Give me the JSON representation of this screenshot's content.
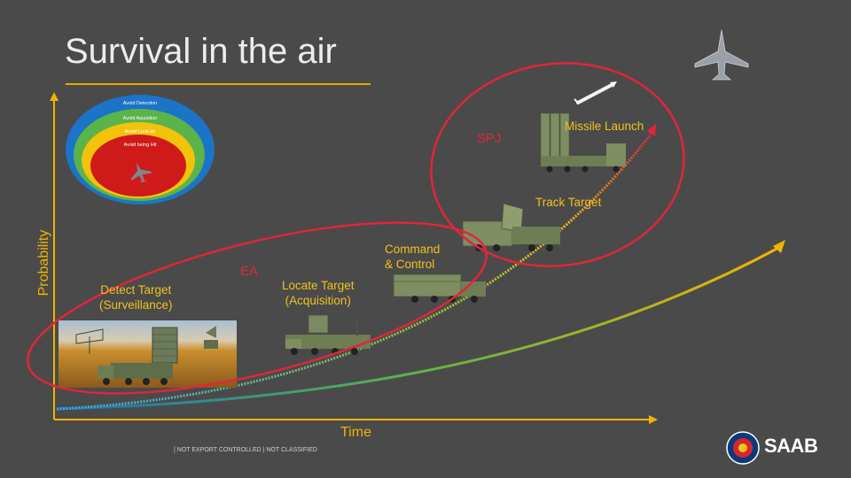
{
  "slide": {
    "title": "Survival in the air",
    "footer": "| NOT EXPORT CONTROLLED | NOT CLASSIFIED",
    "brand": "SAAB"
  },
  "axes": {
    "y_label": "Probability",
    "x_label": "Time"
  },
  "survivability_onion": {
    "layers": [
      "Avoid Detection",
      "Avoid Aquisition",
      "Avoid Lock-on",
      "Avoid being Hit"
    ],
    "colors": [
      "#1c74c6",
      "#5bb44a",
      "#f3c20a",
      "#cf1a1a"
    ]
  },
  "stages": [
    {
      "line1": "Detect Target",
      "line2": "(Surveillance)"
    },
    {
      "line1": "Locate Target",
      "line2": "(Acquisition)"
    },
    {
      "line1": "Command",
      "line2": "& Control"
    },
    {
      "line1": "Track Target",
      "line2": ""
    },
    {
      "line1": "Missile Launch",
      "line2": ""
    }
  ],
  "zones": {
    "ea": "EA",
    "spj": "SPJ"
  },
  "colors": {
    "background": "#4a4a4a",
    "accent": "#f0b400",
    "zone_outline": "#e0263a"
  },
  "icons": [
    "fighter-jet-icon",
    "missile-icon",
    "saab-emblem-icon"
  ]
}
